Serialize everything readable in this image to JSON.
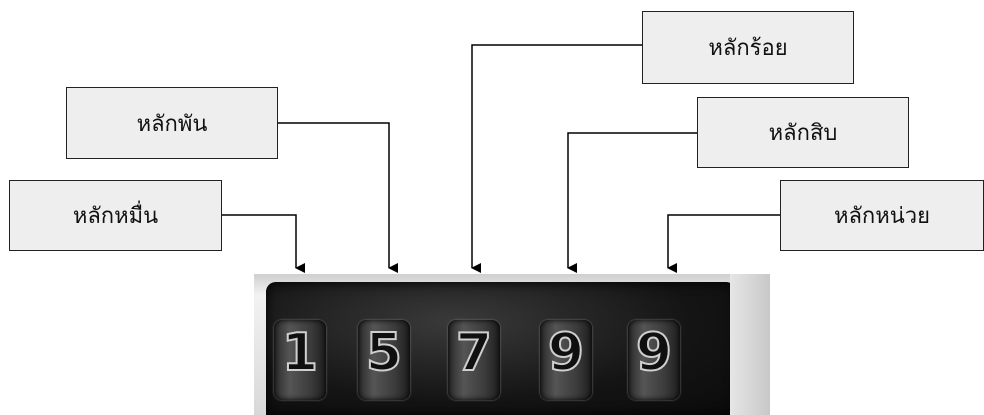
{
  "labels": {
    "ten_thousands": "หลักหมื่น",
    "thousands": "หลักพัน",
    "hundreds": "หลักร้อย",
    "tens": "หลักสิบ",
    "units": "หลักหน่วย"
  },
  "meter": {
    "digits": [
      "1",
      "5",
      "7",
      "9",
      "9"
    ]
  }
}
